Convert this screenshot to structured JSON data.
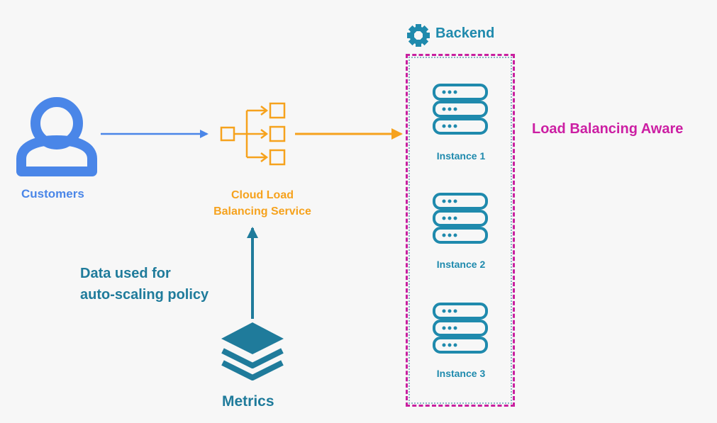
{
  "diagram": {
    "customers": {
      "label": "Customers",
      "icon": "user-icon",
      "color": "#4a86e8"
    },
    "load_balancer": {
      "label_line1": "Cloud Load",
      "label_line2": "Balancing Service",
      "icon": "load-balancer-icon",
      "color": "#f6a21d"
    },
    "annotation": {
      "line1": "Data used for",
      "line2": "auto-scaling policy",
      "color": "#1f7b9b"
    },
    "metrics": {
      "label": "Metrics",
      "icon": "layers-icon",
      "color": "#1f7b9b"
    },
    "backend": {
      "title": "Backend",
      "icon": "gear-icon",
      "aware_label": "Load Balancing Aware",
      "border_color": "#c8209f",
      "instances": [
        {
          "label": "Instance 1",
          "icon": "server-icon"
        },
        {
          "label": "Instance 2",
          "icon": "server-icon"
        },
        {
          "label": "Instance 3",
          "icon": "server-icon"
        }
      ]
    }
  }
}
